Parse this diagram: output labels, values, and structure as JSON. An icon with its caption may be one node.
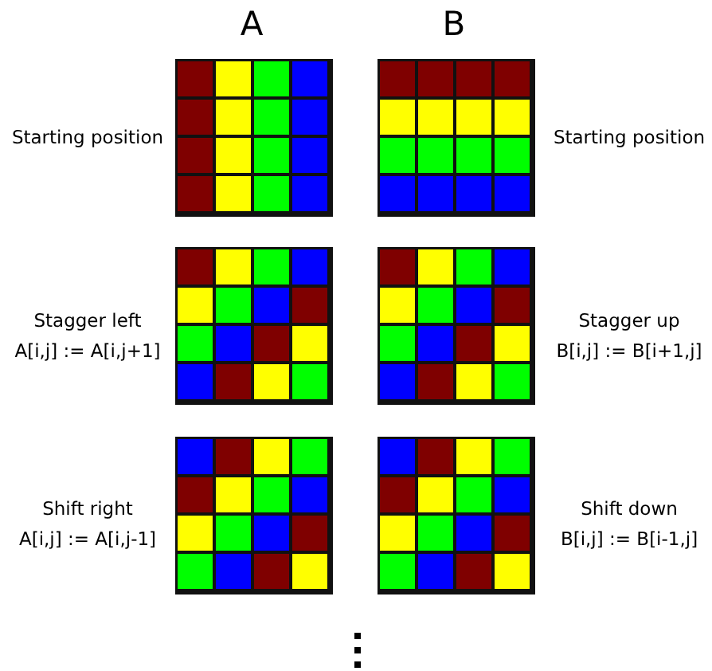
{
  "diagram": {
    "labels": [
      "A",
      "B",
      "Starting position",
      "Starting position",
      "Stagger left",
      "A[i,j] := A[i,j+1]",
      "Stagger up",
      "B[i,j] := B[i+1,j]",
      "Shift right",
      "A[i,j] := A[i,j-1]",
      "Shift down",
      "B[i,j] := B[i-1,j]"
    ]
  }
}
